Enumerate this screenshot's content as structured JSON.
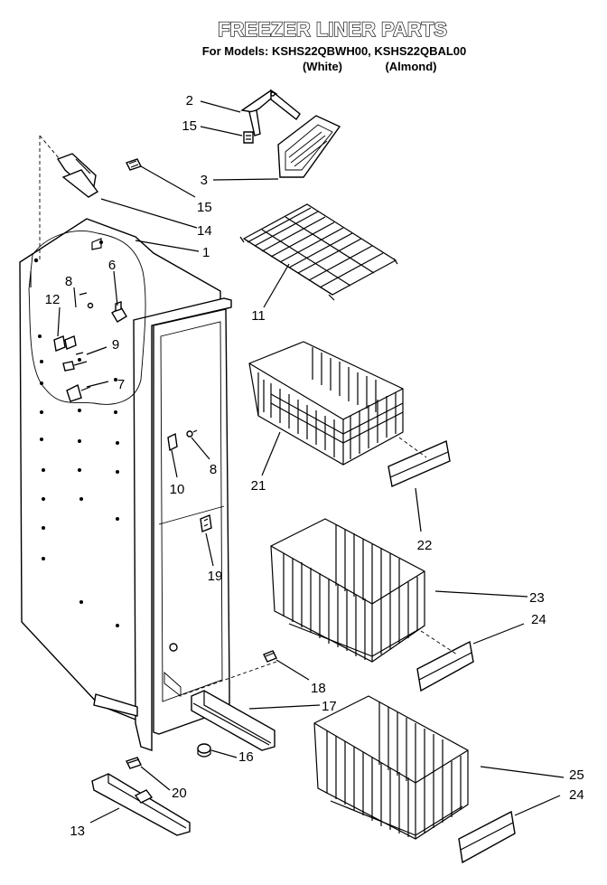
{
  "header": {
    "corner_note": "",
    "title": "FREEZER LINER PARTS",
    "models_line": "For Models: KSHS22QBWH00, KSHS22QBAL00",
    "color_white": "(White)",
    "color_almond": "(Almond)"
  },
  "callouts": [
    "2",
    "15",
    "3",
    "15",
    "14",
    "1",
    "8",
    "6",
    "12",
    "9",
    "7",
    "11",
    "21",
    "10",
    "8",
    "22",
    "19",
    "23",
    "24",
    "18",
    "17",
    "16",
    "20",
    "13",
    "25",
    "24"
  ]
}
